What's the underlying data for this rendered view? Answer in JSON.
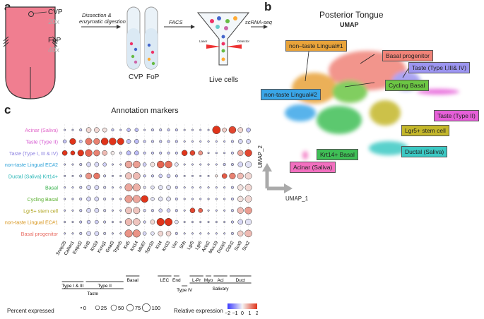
{
  "panel_a": {
    "letter": "a",
    "cvp": "CVP",
    "cvp_mag": "20x",
    "fop": "FoP",
    "fop_mag": "40x",
    "step1": "Dissection &",
    "step1b": "enzymatic digestion",
    "tube1": "CVP",
    "tube2": "FoP",
    "facs": "FACS",
    "laser": "Laser",
    "detector": "Detector",
    "live": "Live cells",
    "scrna": "scRNA-seq"
  },
  "panel_b": {
    "letter": "b",
    "title": "Posterior Tongue",
    "subtitle": "UMAP",
    "axis_y": "UMAP_2",
    "axis_x": "UMAP_1",
    "labels": [
      {
        "text": "non–taste Lingual#1",
        "bg": "#e8a33a"
      },
      {
        "text": "Basal progenitor",
        "bg": "#f08378"
      },
      {
        "text": "Taste (Type I,III& IV)",
        "bg": "#9c95f0"
      },
      {
        "text": "Cycling Basal",
        "bg": "#6cc644"
      },
      {
        "text": "non-taste Lingual#2",
        "bg": "#3aa6e8"
      },
      {
        "text": "Taste (Type II)",
        "bg": "#e65fd8"
      },
      {
        "text": "Lgr5+ stem cell",
        "bg": "#c4b72a"
      },
      {
        "text": "Krt14+ Basal",
        "bg": "#3fbf56"
      },
      {
        "text": "Ductal (Saliva)",
        "bg": "#3cc9c4"
      },
      {
        "text": "Acinar (Saliva)",
        "bg": "#f26fbf"
      }
    ]
  },
  "panel_c": {
    "letter": "c",
    "title": "Annotation markers",
    "rows": [
      {
        "name": "Acinar (Saliva)",
        "color": "#e063c8"
      },
      {
        "name": "Taste (Type II)",
        "color": "#d456d0"
      },
      {
        "name": "Taste (Type I, III & IV)",
        "color": "#8a7fe0"
      },
      {
        "name": "non-taste Lingual EC#2",
        "color": "#2aa0d8"
      },
      {
        "name": "Ductal (Saliva) Krt14+",
        "color": "#25b5b5"
      },
      {
        "name": "Basal",
        "color": "#35b04a"
      },
      {
        "name": "Cycling Basal",
        "color": "#5bb030"
      },
      {
        "name": "Lgr5+ stem cell",
        "color": "#b0a420"
      },
      {
        "name": "non-taste Lingual EC#1",
        "color": "#d8961e"
      },
      {
        "name": "Basal progenitor",
        "color": "#e86a60"
      }
    ],
    "genes": [
      "Snap25",
      "Calhm1",
      "Entpd2",
      "Krt8",
      "Krt19",
      "Kcnq1",
      "Gnat3",
      "Trpm5",
      "Krt5",
      "Krt14",
      "Mki67",
      "Sprr1b",
      "Krt4",
      "Krt13",
      "Vim",
      "Shh",
      "Lgr5",
      "Lgr6",
      "Acta2",
      "Muc19",
      "Dcpp1",
      "Cldn2",
      "Sox9",
      "Sox2"
    ],
    "groups": [
      {
        "label": "Type I & III"
      },
      {
        "label": "Type II"
      },
      {
        "label": "Taste"
      },
      {
        "label": "Basal"
      },
      {
        "label": "LEC"
      },
      {
        "label": "End"
      },
      {
        "label": "Type IV"
      },
      {
        "label": "L-Pr"
      },
      {
        "label": "Myo"
      },
      {
        "label": "Aci"
      },
      {
        "label": "Duct"
      },
      {
        "label": "Salivary"
      }
    ],
    "legend_pct_title": "Percent expressed",
    "legend_pct_values": [
      "0",
      "25",
      "50",
      "75",
      "100"
    ],
    "legend_expr_title": "Relative expression",
    "legend_expr_ticks": [
      "−2",
      "−1",
      "0",
      "1",
      "2"
    ]
  },
  "chart_data": {
    "type": "dotplot",
    "title": "Annotation markers",
    "rows": [
      "Acinar (Saliva)",
      "Taste (Type II)",
      "Taste (Type I, III & IV)",
      "non-taste Lingual EC#2",
      "Ductal (Saliva) Krt14+",
      "Basal",
      "Cycling Basal",
      "Lgr5+ stem cell",
      "non-taste Lingual EC#1",
      "Basal progenitor"
    ],
    "columns": [
      "Snap25",
      "Calhm1",
      "Entpd2",
      "Krt8",
      "Krt19",
      "Kcnq1",
      "Gnat3",
      "Trpm5",
      "Krt5",
      "Krt14",
      "Mki67",
      "Sprr1b",
      "Krt4",
      "Krt13",
      "Vim",
      "Shh",
      "Lgr5",
      "Lgr6",
      "Acta2",
      "Muc19",
      "Dcpp1",
      "Cldn2",
      "Sox9",
      "Sox2"
    ],
    "percent": [
      [
        5,
        5,
        10,
        40,
        40,
        30,
        10,
        5,
        20,
        20,
        5,
        10,
        10,
        10,
        10,
        5,
        5,
        5,
        5,
        100,
        30,
        80,
        40,
        30
      ],
      [
        20,
        60,
        15,
        70,
        60,
        80,
        80,
        70,
        30,
        30,
        10,
        10,
        10,
        10,
        10,
        5,
        5,
        5,
        5,
        5,
        5,
        10,
        30,
        30
      ],
      [
        40,
        30,
        60,
        80,
        60,
        40,
        20,
        10,
        30,
        30,
        10,
        10,
        10,
        10,
        10,
        50,
        40,
        30,
        5,
        5,
        5,
        10,
        50,
        80
      ],
      [
        5,
        5,
        10,
        30,
        30,
        20,
        5,
        5,
        80,
        80,
        20,
        30,
        80,
        80,
        20,
        5,
        5,
        5,
        5,
        5,
        10,
        10,
        40,
        60
      ],
      [
        5,
        5,
        10,
        60,
        60,
        10,
        5,
        5,
        70,
        80,
        10,
        10,
        20,
        20,
        10,
        5,
        5,
        5,
        5,
        10,
        40,
        60,
        60,
        70
      ],
      [
        5,
        5,
        10,
        30,
        30,
        10,
        5,
        5,
        90,
        90,
        10,
        20,
        30,
        30,
        10,
        5,
        5,
        5,
        5,
        5,
        5,
        10,
        50,
        70
      ],
      [
        5,
        5,
        10,
        30,
        30,
        10,
        5,
        5,
        90,
        90,
        80,
        20,
        30,
        30,
        10,
        5,
        5,
        5,
        5,
        5,
        5,
        10,
        50,
        70
      ],
      [
        5,
        5,
        10,
        30,
        30,
        10,
        5,
        5,
        70,
        70,
        10,
        10,
        20,
        20,
        10,
        5,
        40,
        30,
        5,
        5,
        5,
        10,
        60,
        80
      ],
      [
        5,
        5,
        10,
        20,
        20,
        10,
        5,
        5,
        80,
        80,
        10,
        30,
        90,
        90,
        20,
        5,
        5,
        5,
        5,
        5,
        5,
        10,
        40,
        60
      ],
      [
        5,
        5,
        10,
        30,
        30,
        10,
        5,
        5,
        90,
        90,
        20,
        20,
        40,
        40,
        10,
        5,
        5,
        5,
        5,
        5,
        5,
        10,
        50,
        80
      ]
    ],
    "expression": [
      [
        -0.5,
        -0.5,
        -0.5,
        0.3,
        0.3,
        0.2,
        -0.5,
        -0.5,
        -0.6,
        -0.6,
        -0.5,
        -0.5,
        -0.5,
        -0.5,
        -0.5,
        -0.5,
        -0.5,
        -0.5,
        -0.5,
        2.2,
        0.4,
        1.8,
        0.3,
        -0.5
      ],
      [
        -0.5,
        2.0,
        -0.5,
        1.3,
        1.2,
        2.0,
        2.2,
        2.2,
        -0.6,
        -0.6,
        -0.5,
        -0.5,
        -0.5,
        -0.5,
        -0.5,
        -0.5,
        -0.5,
        -0.5,
        -0.5,
        -0.5,
        -0.5,
        -0.5,
        -0.3,
        -0.3
      ],
      [
        2.2,
        2.0,
        2.0,
        1.5,
        1.2,
        0.6,
        0.1,
        -0.3,
        -0.6,
        -0.6,
        -0.5,
        -0.5,
        -0.5,
        -0.5,
        -0.5,
        2.0,
        1.8,
        1.0,
        -0.5,
        -0.5,
        -0.5,
        -0.5,
        0.8,
        1.8
      ],
      [
        -0.5,
        -0.5,
        -0.5,
        -0.3,
        -0.3,
        -0.4,
        -0.5,
        -0.5,
        0.8,
        0.9,
        -0.4,
        0.2,
        1.5,
        1.4,
        -0.2,
        -0.5,
        -0.5,
        -0.5,
        -0.5,
        -0.5,
        -0.5,
        -0.5,
        -0.3,
        -0.2
      ],
      [
        -0.5,
        -0.5,
        -0.5,
        1.0,
        1.3,
        -0.4,
        -0.5,
        -0.5,
        0.5,
        0.6,
        -0.5,
        -0.5,
        -0.4,
        -0.4,
        -0.5,
        -0.5,
        -0.5,
        -0.5,
        -0.5,
        0.2,
        1.6,
        1.2,
        0.6,
        0.3
      ],
      [
        -0.5,
        -0.5,
        -0.5,
        -0.3,
        -0.3,
        -0.4,
        -0.5,
        -0.5,
        0.8,
        0.7,
        -0.3,
        -0.2,
        -0.2,
        -0.2,
        -0.5,
        -0.5,
        -0.5,
        -0.5,
        -0.5,
        -0.5,
        -0.5,
        -0.5,
        0.2,
        0.3
      ],
      [
        -0.5,
        -0.5,
        -0.5,
        -0.3,
        -0.3,
        -0.4,
        -0.5,
        -0.5,
        0.9,
        0.8,
        2.0,
        -0.2,
        -0.2,
        -0.2,
        -0.5,
        -0.5,
        -0.5,
        -0.5,
        -0.5,
        -0.5,
        -0.5,
        -0.5,
        0.2,
        0.3
      ],
      [
        -0.5,
        -0.5,
        -0.5,
        -0.3,
        -0.3,
        -0.4,
        -0.5,
        -0.5,
        0.5,
        0.5,
        -0.4,
        -0.5,
        -0.4,
        -0.4,
        -0.5,
        -0.5,
        1.8,
        1.5,
        -0.5,
        -0.5,
        -0.5,
        -0.5,
        0.6,
        0.9
      ],
      [
        -0.5,
        -0.5,
        -0.5,
        -0.4,
        -0.4,
        -0.4,
        -0.5,
        -0.5,
        0.6,
        0.5,
        -0.4,
        0.3,
        2.0,
        2.0,
        -0.2,
        -0.5,
        -0.5,
        -0.5,
        -0.5,
        -0.5,
        -0.5,
        -0.5,
        -0.3,
        -0.2
      ],
      [
        -0.5,
        -0.5,
        -0.5,
        -0.3,
        -0.3,
        -0.4,
        -0.5,
        -0.5,
        1.0,
        1.0,
        -0.3,
        -0.2,
        0.3,
        0.3,
        -0.5,
        -0.5,
        -0.5,
        -0.5,
        -0.5,
        -0.5,
        -0.5,
        -0.5,
        0.4,
        0.6
      ]
    ],
    "percent_range": [
      0,
      100
    ],
    "expression_range": [
      -2,
      2
    ],
    "colors": {
      "low": "#3b3bff",
      "mid": "#f4f4f4",
      "high": "#e0341a"
    }
  }
}
